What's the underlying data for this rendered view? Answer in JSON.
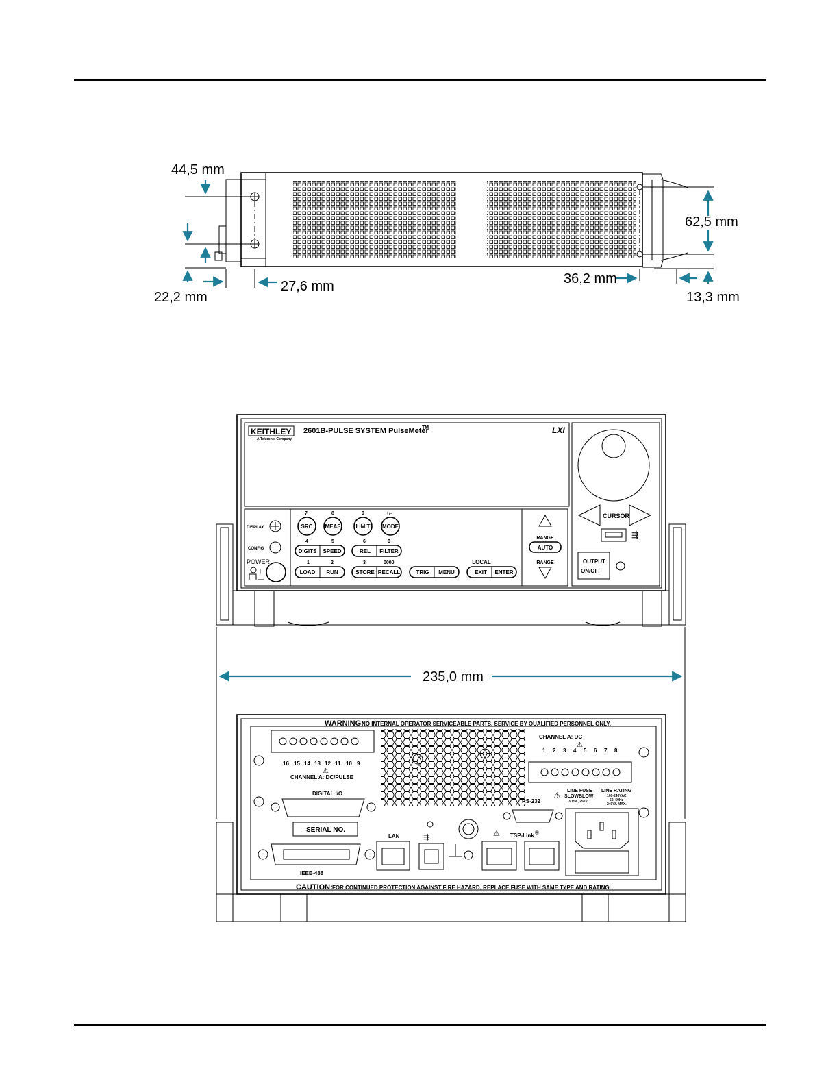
{
  "side_view": {
    "dims": {
      "d1": "44,5 mm",
      "d2": "22,2 mm",
      "d3": "27,6 mm",
      "d4": "36,2 mm",
      "d5": "62,5 mm",
      "d6": "13,3 mm"
    }
  },
  "width_dim": "235,0 mm",
  "front_panel": {
    "brand": "KEITHLEY",
    "brand_sub": "A Tektronix Company",
    "model": "2601B-PULSE  SYSTEM PulseMeter",
    "tm": "TM",
    "display_label": "DISPLAY",
    "config_label": "CONFIG",
    "power_label": "POWER",
    "row1_nums": [
      "7",
      "8",
      "9",
      "+/-"
    ],
    "row1_keys": [
      "SRC",
      "MEAS",
      "LIMIT",
      "MODE"
    ],
    "row2_nums": [
      "4",
      "5",
      "6",
      "0"
    ],
    "row2_keys": [
      "DIGITS",
      "SPEED",
      "REL",
      "FILTER"
    ],
    "row3_nums": [
      "1",
      "2",
      "3",
      "0000"
    ],
    "row3_keys": [
      "LOAD",
      "RUN",
      "STORE",
      "RECALL"
    ],
    "trig": "TRIG",
    "menu": "MENU",
    "local": "LOCAL",
    "exit": "EXIT",
    "enter": "ENTER",
    "range": "RANGE",
    "auto": "AUTO",
    "range2": "RANGE",
    "cursor": "CURSOR",
    "output_line1": "OUTPUT",
    "output_line2": "ON/OFF"
  },
  "rear_panel": {
    "warning_head": "WARNING:",
    "warning_text": "NO INTERNAL OPERATOR SERVICEABLE PARTS, SERVICE BY QUALIFIED PERSONNEL ONLY.",
    "ch_dcpulse_pins": [
      "16",
      "15",
      "14",
      "13",
      "12",
      "11",
      "10",
      "9"
    ],
    "ch_dcpulse_label": "CHANNEL A: DC/PULSE",
    "ch_dc_label": "CHANNEL A: DC",
    "ch_dc_pins": [
      "1",
      "2",
      "3",
      "4",
      "5",
      "6",
      "7",
      "8"
    ],
    "digital_io": "DIGITAL I/O",
    "serial": "SERIAL NO.",
    "ieee": "IEEE-488",
    "lan": "LAN",
    "rs232": "RS-232",
    "tsp_link": "TSP-Link",
    "line_fuse": "LINE FUSE",
    "slowblow": "SLOWBLOW",
    "fuse_rating": "3.15A, 250V",
    "line_rating": "LINE RATING",
    "rating_1": "100-240VAC",
    "rating_2": "50, 60Hz",
    "rating_3": "240VA MAX.",
    "caution_head": "CAUTION:",
    "caution_text": "FOR CONTINUED PROTECTION AGAINST FIRE HAZARD, REPLACE FUSE WITH SAME TYPE AND RATING."
  },
  "colors": {
    "dimension_arrow": "#1f7e97"
  }
}
